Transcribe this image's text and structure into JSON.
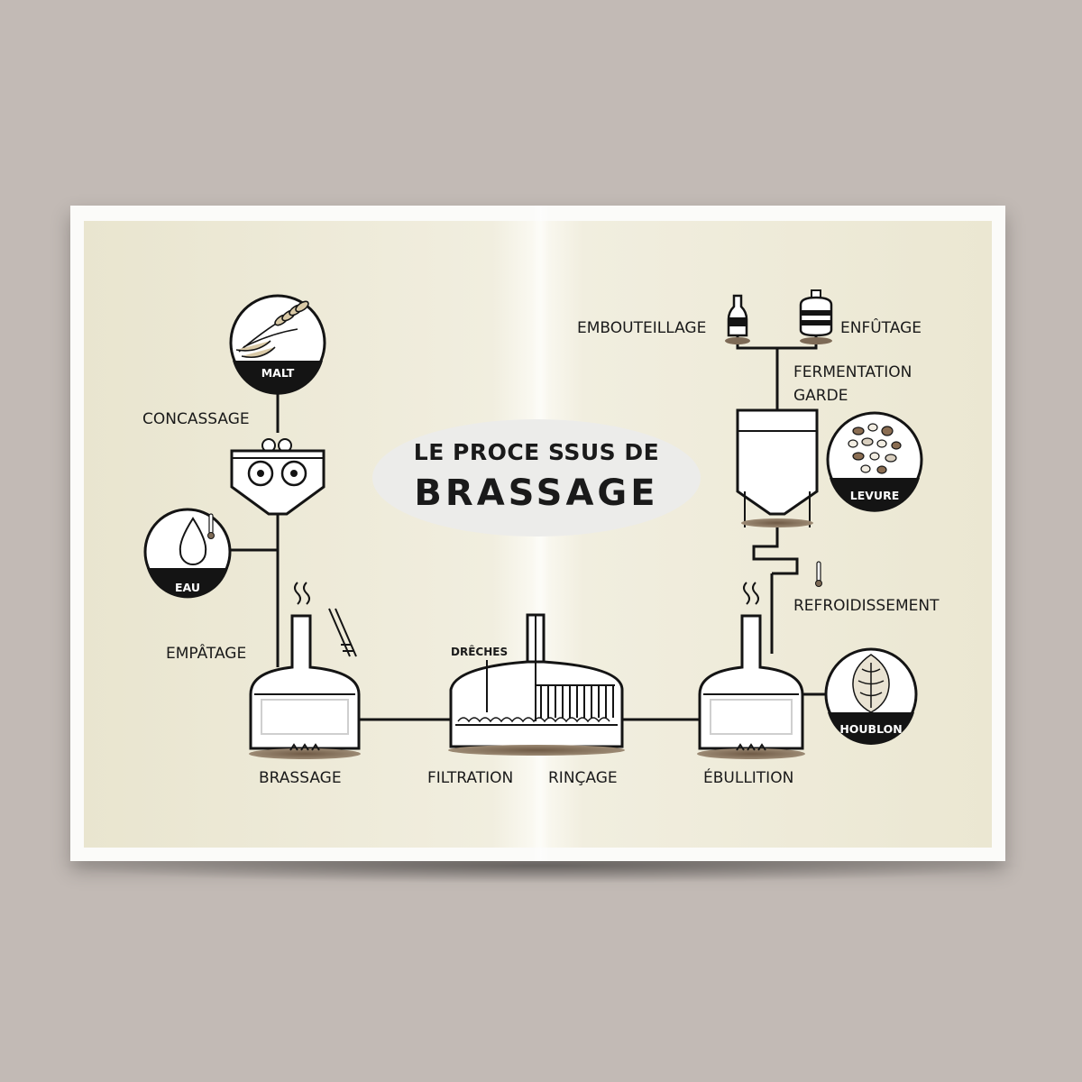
{
  "title": {
    "line1": "LE PROCE SSUS DE",
    "line2": "BRASSAGE"
  },
  "ingredients": {
    "malt": "MALT",
    "eau": "EAU",
    "levure": "LEVURE",
    "houblon": "HOUBLON"
  },
  "steps": {
    "concassage": "CONCASSAGE",
    "empatage": "EMPÂTAGE",
    "brassage": "BRASSAGE",
    "dreches": "DRÊCHES",
    "filtration": "FILTRATION",
    "rincage": "RINÇAGE",
    "ebullition": "ÉBULLITION",
    "refroidissement": "REFROIDISSEMENT",
    "fermentation": "FERMENTATION",
    "garde": "GARDE",
    "embouteillage": "EMBOUTEILLAGE",
    "enfutage": "ENFÛTAGE"
  },
  "colors": {
    "background": "#c2bab5",
    "page": "#efecdc",
    "ink": "#141414",
    "accent_brown": "#7d6a56"
  }
}
